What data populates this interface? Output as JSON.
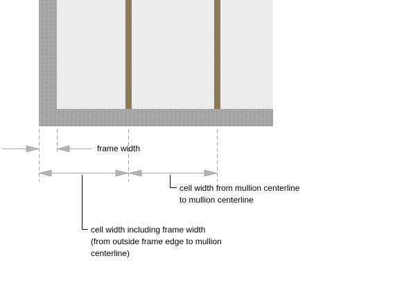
{
  "labels": {
    "frame_width": "frame width",
    "cell_width_mullion": [
      "cell width from mullion centerline",
      "to mullion centerline"
    ],
    "cell_width_frame": [
      "cell width including frame width",
      "(from outside frame edge to mullion",
      "centerline)"
    ]
  },
  "colors": {
    "frame": "#a6a6a6",
    "glass": "#eeeeee",
    "mullion": "#8c7a55",
    "dimension_line": "#a8a8a8",
    "arrow": "#b4b4b4",
    "leader": "#000000"
  }
}
